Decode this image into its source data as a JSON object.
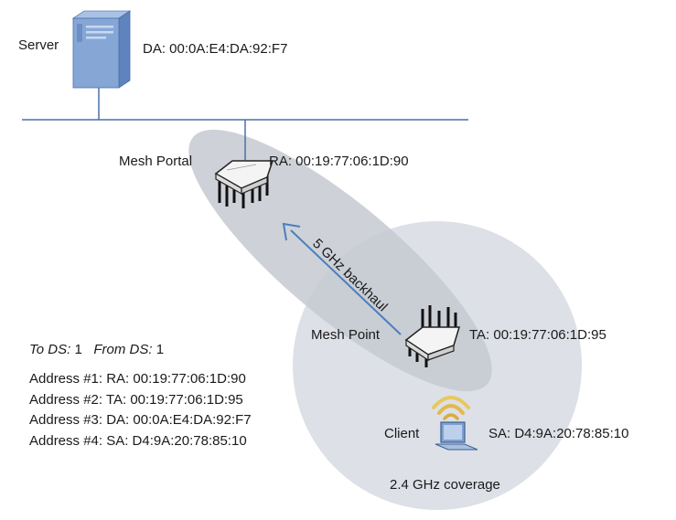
{
  "server": {
    "label": "Server",
    "da": "DA: 00:0A:E4:DA:92:F7"
  },
  "mesh_portal": {
    "label": "Mesh Portal",
    "ra": "RA: 00:19:77:06:1D:90"
  },
  "mesh_point": {
    "label": "Mesh Point",
    "ta": "TA: 00:19:77:06:1D:95"
  },
  "client": {
    "label": "Client",
    "sa": "SA: D4:9A:20:78:85:10"
  },
  "backhaul_label": "5 GHz backhaul",
  "coverage_label": "2.4 GHz coverage",
  "flags": {
    "to_ds_label": "To DS:",
    "to_ds_value": "1",
    "from_ds_label": "From DS:",
    "from_ds_value": "1"
  },
  "addresses": [
    "Address #1: RA: 00:19:77:06:1D:90",
    "Address #2: TA: 00:19:77:06:1D:95",
    "Address #3: DA: 00:0A:E4:DA:92:F7",
    "Address #4: SA: D4:9A:20:78:85:10"
  ],
  "colors": {
    "coverage_fill": "#dde0e6",
    "backhaul_fill": "#c9ccd3",
    "arrow": "#4a7fbf",
    "network_line": "#4a6fa8",
    "server": "#7fa0d0",
    "wifi_signal": "#e2b94e"
  }
}
